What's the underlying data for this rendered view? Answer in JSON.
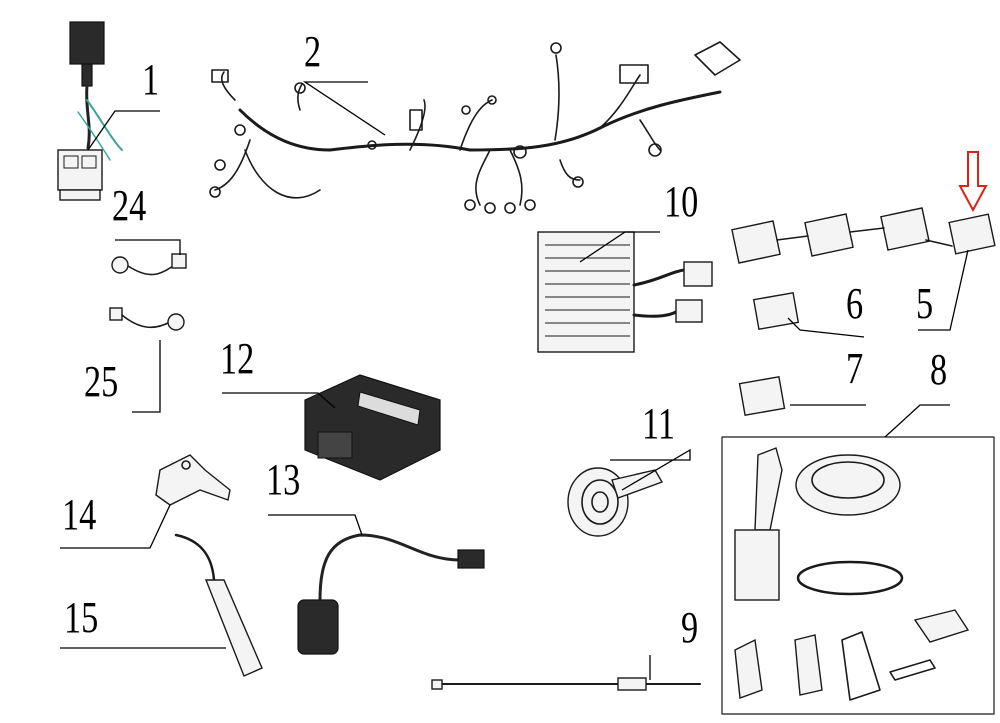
{
  "diagram": {
    "callouts": [
      {
        "id": "c1",
        "label": "1"
      },
      {
        "id": "c2",
        "label": "2"
      },
      {
        "id": "c5",
        "label": "5"
      },
      {
        "id": "c6",
        "label": "6"
      },
      {
        "id": "c7",
        "label": "7"
      },
      {
        "id": "c8",
        "label": "8"
      },
      {
        "id": "c9",
        "label": "9"
      },
      {
        "id": "c10",
        "label": "10"
      },
      {
        "id": "c11",
        "label": "11"
      },
      {
        "id": "c12",
        "label": "12"
      },
      {
        "id": "c13",
        "label": "13"
      },
      {
        "id": "c14",
        "label": "14"
      },
      {
        "id": "c15",
        "label": "15"
      },
      {
        "id": "c24",
        "label": "24"
      },
      {
        "id": "c25",
        "label": "25"
      }
    ],
    "colors": {
      "ink": "#1a1a1a",
      "highlight_arrow": "#e0201b",
      "wire_tape": "#3fa59a"
    },
    "highlight_icon": "red-down-arrow-icon"
  }
}
